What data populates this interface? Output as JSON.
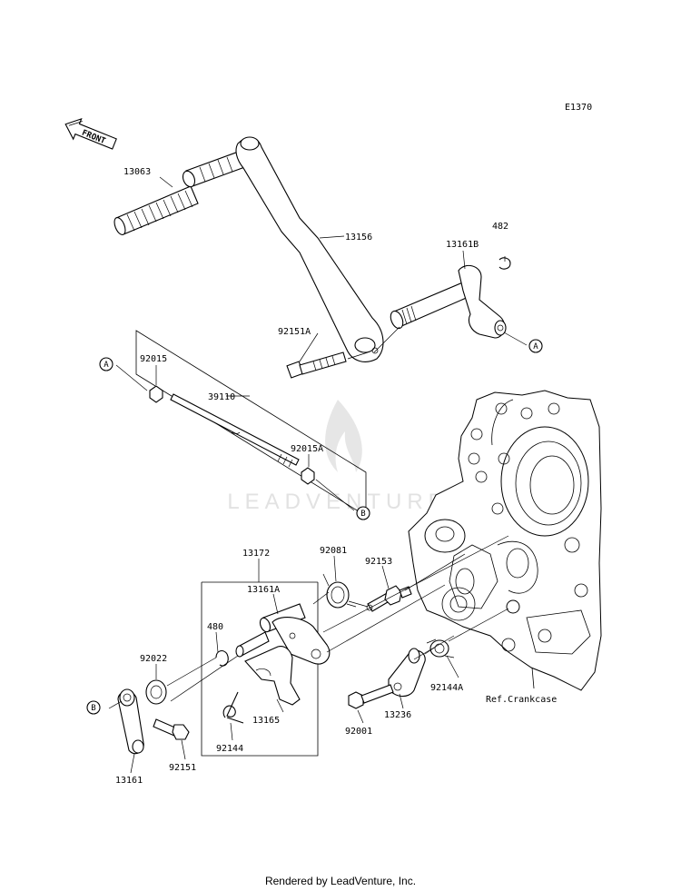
{
  "diagram": {
    "code": "E1370",
    "front_label": "FRONT",
    "watermark": "LEADVENTURE",
    "footer": "Rendered by LeadVenture, Inc.",
    "ref_label": "Ref.Crankcase",
    "markers": {
      "a": "A",
      "b": "B"
    },
    "parts": {
      "p13063": "13063",
      "p13156": "13156",
      "p482": "482",
      "p13161b": "13161B",
      "p92151a": "92151A",
      "p92015": "92015",
      "p39110": "39110",
      "p92015a": "92015A",
      "p13172": "13172",
      "p92081": "92081",
      "p92153": "92153",
      "p13161a": "13161A",
      "p480": "480",
      "p92022": "92022",
      "p13165": "13165",
      "p92144": "92144",
      "p13161": "13161",
      "p92151": "92151",
      "p92001": "92001",
      "p13236": "13236",
      "p92144a": "92144A"
    }
  }
}
